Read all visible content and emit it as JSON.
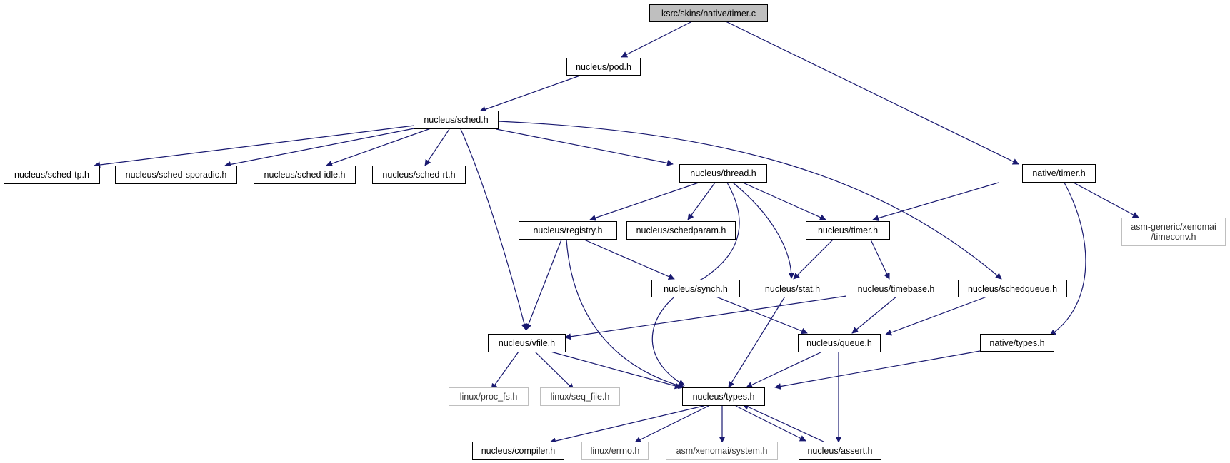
{
  "colors": {
    "edge": "#191970",
    "root_fill": "#bfbfbf",
    "node_border": "#000000",
    "external_border": "#bfbfbf"
  },
  "nodes": {
    "timer_c": "ksrc/skins/native/timer.c",
    "pod_h": "nucleus/pod.h",
    "sched_h": "nucleus/sched.h",
    "native_timer_h": "native/timer.h",
    "sched_tp_h": "nucleus/sched-tp.h",
    "sched_sporadic_h": "nucleus/sched-sporadic.h",
    "sched_idle_h": "nucleus/sched-idle.h",
    "sched_rt_h": "nucleus/sched-rt.h",
    "thread_h": "nucleus/thread.h",
    "timeconv_h_line1": "asm-generic/xenomai",
    "timeconv_h_line2": "/timeconv.h",
    "registry_h": "nucleus/registry.h",
    "schedparam_h": "nucleus/schedparam.h",
    "timer_h": "nucleus/timer.h",
    "synch_h": "nucleus/synch.h",
    "stat_h": "nucleus/stat.h",
    "timebase_h": "nucleus/timebase.h",
    "schedqueue_h": "nucleus/schedqueue.h",
    "vfile_h": "nucleus/vfile.h",
    "queue_h": "nucleus/queue.h",
    "native_types_h": "native/types.h",
    "proc_fs_h": "linux/proc_fs.h",
    "seq_file_h": "linux/seq_file.h",
    "types_h": "nucleus/types.h",
    "compiler_h": "nucleus/compiler.h",
    "errno_h": "linux/errno.h",
    "system_h": "asm/xenomai/system.h",
    "assert_h": "nucleus/assert.h"
  }
}
